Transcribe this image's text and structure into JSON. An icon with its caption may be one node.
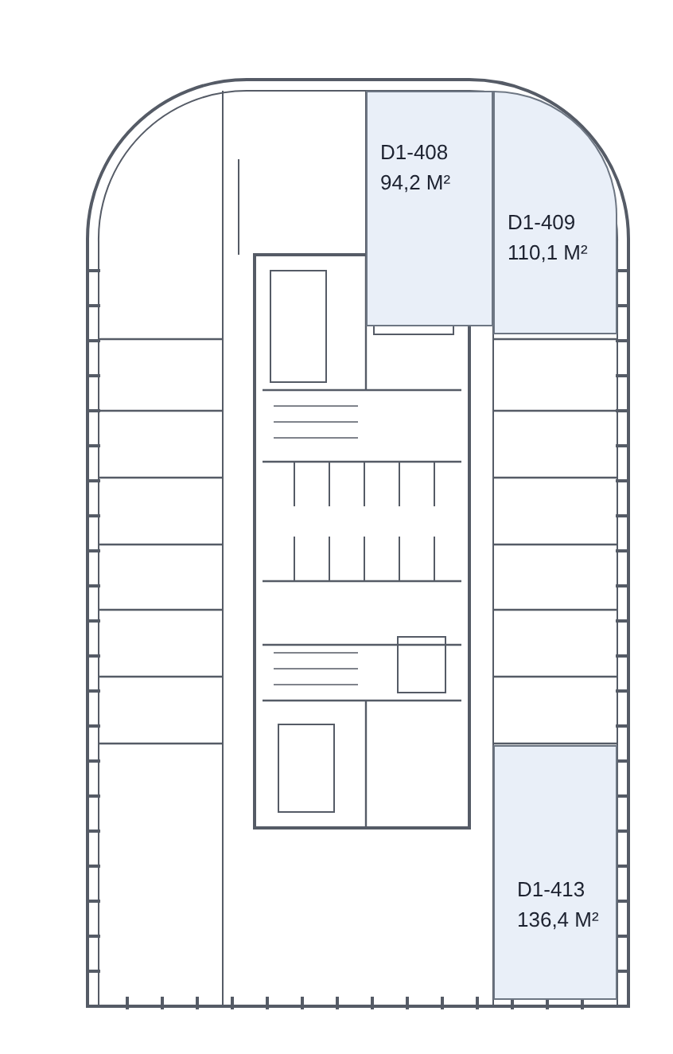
{
  "diagram": {
    "nodes": [
      {
        "text": [
          "D1-408",
          "94,2 М²"
        ]
      },
      {
        "text": [
          "D1-409",
          "110,1 М²"
        ]
      },
      {
        "text": [
          "D1-413",
          "136,4 М²"
        ]
      }
    ],
    "edges": []
  }
}
